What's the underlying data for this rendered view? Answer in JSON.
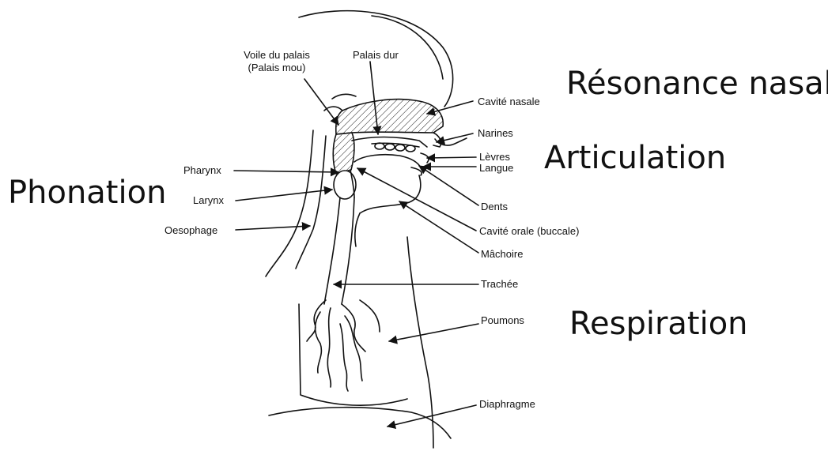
{
  "labels": {
    "voile_line1": "Voile du palais",
    "voile_line2": "(Palais mou)",
    "palais_dur": "Palais dur",
    "cavite_nasale": "Cavité nasale",
    "narines": "Narines",
    "levres": "Lèvres",
    "langue": "Langue",
    "pharynx": "Pharynx",
    "larynx": "Larynx",
    "oesophage": "Oesophage",
    "dents": "Dents",
    "cavite_orale": "Cavité orale (buccale)",
    "machoire": "Mâchoire",
    "trachee": "Trachée",
    "poumons": "Poumons",
    "diaphragme": "Diaphragme"
  },
  "sections": {
    "resonance": "Résonance nasale",
    "articulation": "Articulation",
    "phonation": "Phonation",
    "respiration": "Respiration"
  },
  "colors": {
    "ink": "#111111",
    "background": "#ffffff"
  }
}
